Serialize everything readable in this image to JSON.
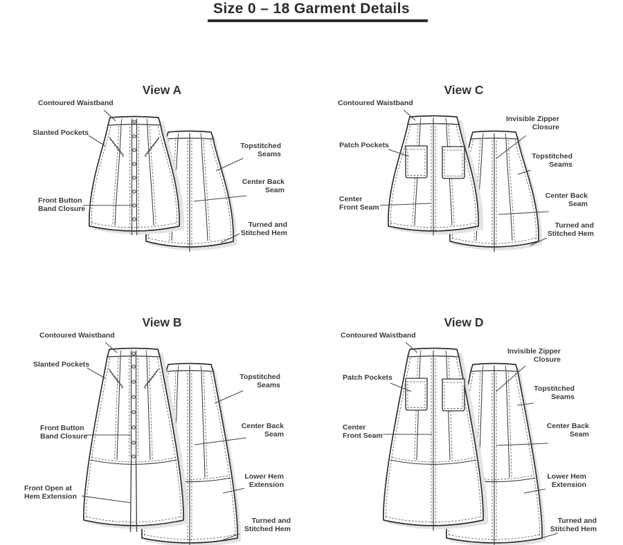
{
  "title": "Size 0 – 18 Garment Details",
  "views": [
    {
      "id": "A",
      "label": "View A",
      "annotations": [
        "Contoured Waistband",
        "Slanted Pockets",
        "Front Button\nBand Closure",
        "Topstitched\nSeams",
        "Center Back\nSeam",
        "Turned and\nStitched Hem"
      ]
    },
    {
      "id": "B",
      "label": "View B",
      "annotations": [
        "Contoured Waistband",
        "Slanted Pockets",
        "Front Button\nBand Closure",
        "Front Open at\nHem Extension",
        "Topstitched\nSeams",
        "Center Back\nSeam",
        "Lower Hem\nExtension",
        "Turned and\nStitched Hem"
      ]
    },
    {
      "id": "C",
      "label": "View C",
      "annotations": [
        "Contoured Waistband",
        "Patch Pockets",
        "Center\nFront Seam",
        "Invisible Zipper\nClosure",
        "Topstitched\nSeams",
        "Center Back\nSeam",
        "Turned and\nStitched Hem"
      ]
    },
    {
      "id": "D",
      "label": "View D",
      "annotations": [
        "Contoured Waistband",
        "Patch Pockets",
        "Center\nFront Seam",
        "Invisible Zipper\nClosure",
        "Topstitched\nSeams",
        "Center Back\nSeam",
        "Lower Hem\nExtension",
        "Turned and\nStitched Hem"
      ]
    }
  ],
  "colors": {
    "ink": "#2e2e2e",
    "label_text": "#3b3b3b",
    "shadow": "#e3e3e3"
  }
}
